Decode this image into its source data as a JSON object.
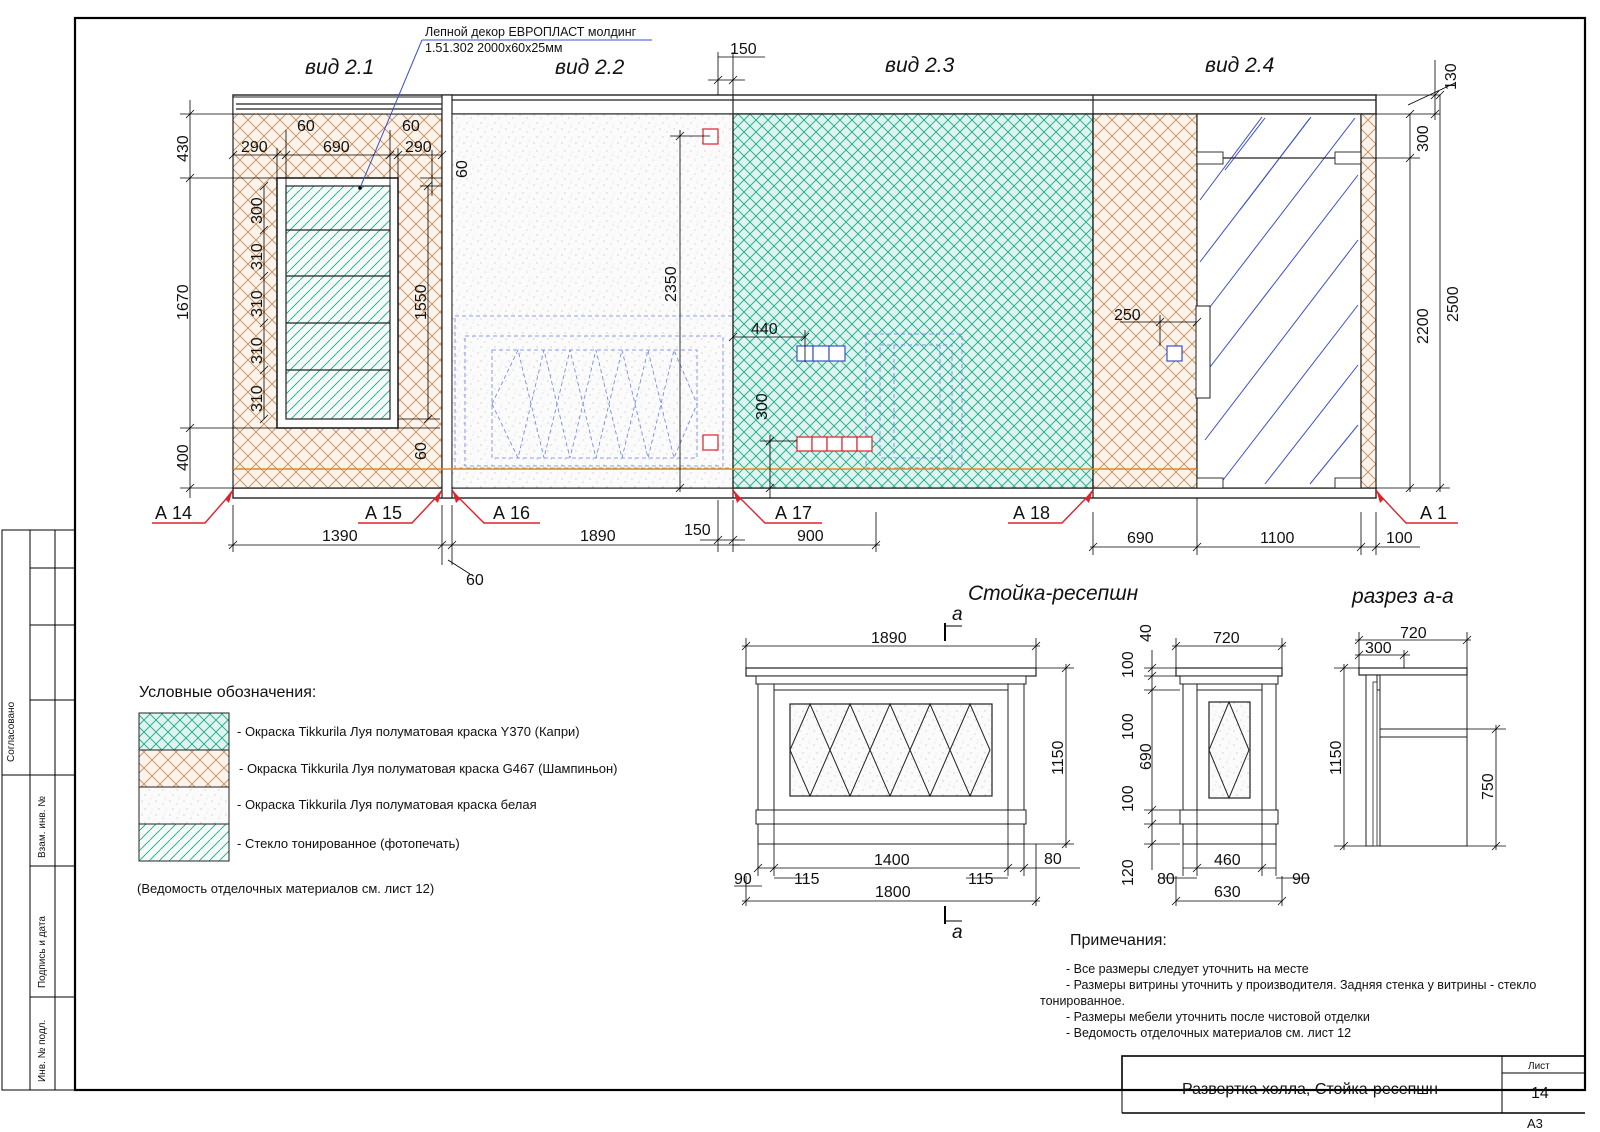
{
  "views": {
    "v21": "вид 2.1",
    "v22": "вид 2.2",
    "v23": "вид 2.3",
    "v24": "вид 2.4"
  },
  "molding_callout": {
    "line1": "Лепной декор ЕВРОПЛАСТ молдинг",
    "line2": "1.51.302 2000х60х25мм"
  },
  "markers": [
    "А 14",
    "А 15",
    "А 16",
    "А 17",
    "А 18",
    "А 1"
  ],
  "dims_top": {
    "d150_top": "150",
    "d130": "130",
    "d60a": "60",
    "d60b": "60",
    "d290a": "290",
    "d690": "690",
    "d290b": "290",
    "d60c": "60"
  },
  "dims_left": {
    "d430": "430",
    "d1670": "1670",
    "d400": "400"
  },
  "dims_window": {
    "d300": "300",
    "d310a": "310",
    "d310b": "310",
    "d310c": "310",
    "d310d": "310",
    "d1550": "1550",
    "d60d": "60"
  },
  "dims_mid": {
    "d2350": "2350",
    "d440": "440",
    "d300b": "300",
    "d250": "250"
  },
  "dims_right": {
    "d300c": "300",
    "d2200": "2200",
    "d2500": "2500"
  },
  "dims_bottom": {
    "d1390": "1390",
    "d60e": "60",
    "d1890": "1890",
    "d150b": "150",
    "d900": "900",
    "d690b": "690",
    "d1100": "1100",
    "d100": "100"
  },
  "reception": {
    "title": "Стойка-ресепшн",
    "section_title": "разрез а-а",
    "section_mark": "а",
    "front": {
      "d1890": "1890",
      "d1150": "1150",
      "d1400": "1400",
      "d80": "80",
      "d90": "90",
      "d115a": "115",
      "d115b": "115",
      "d1800": "1800"
    },
    "side": {
      "d720": "720",
      "d40": "40",
      "d100a": "100",
      "d100b": "100",
      "d690": "690",
      "d100c": "100",
      "d120": "120",
      "d460": "460",
      "d80": "80",
      "d630": "630",
      "d90": "90"
    },
    "section": {
      "d720": "720",
      "d300": "300",
      "d1150": "1150",
      "d750": "750"
    }
  },
  "legend": {
    "title": "Условные обозначения:",
    "items": [
      "- Окраска Tikkurila Луя полуматовая краска Y370 (Капри)",
      "- Окраска Tikkurila Луя полуматовая краска G467 (Шампиньон)",
      "- Окраска Tikkurila Луя полуматовая краска белая",
      "- Стекло тонированное (фотопечать)"
    ],
    "footnote": "(Ведомость отделочных материалов см. лист 12)"
  },
  "notes": {
    "title": "Примечания:",
    "lines": [
      "- Все размеры следует уточнить на месте",
      "- Размеры витрины уточнить у производителя. Задняя стенка у витрины - стекло",
      "тонированное.",
      "- Размеры мебели уточнить после чистовой отделки",
      "- Ведомость отделочных материалов см. лист 12"
    ]
  },
  "stamp": {
    "sheet_title": "Развертка  холла, Стойка-ресепшн",
    "sheet_label": "Лист",
    "sheet_number": "14",
    "format": "А3"
  },
  "side_strip": {
    "agreed": "Согласовано",
    "vzam": "Взам. инв. №",
    "podpis": "Подпись и дата",
    "inv": "Инв. № подл."
  },
  "colors": {
    "teal": "#19a98a",
    "brown": "#c09060",
    "glass_blue": "#3a4fd0",
    "outlet_red": "#e0202a",
    "marker_red": "#e0202a",
    "orange_line": "#e08a20"
  }
}
